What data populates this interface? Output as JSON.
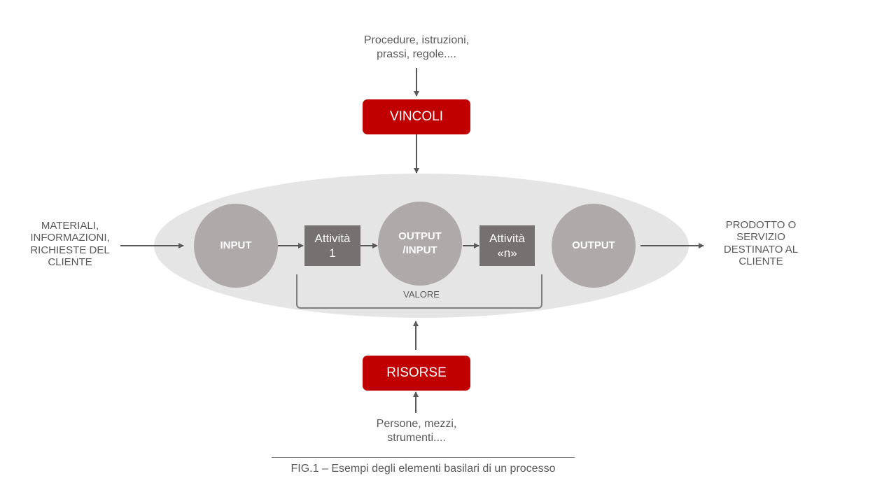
{
  "diagram": {
    "constraints_source": "Procedure, istruzioni,\nprassi, regole....",
    "constraints_label": "VINCOLI",
    "inputs_source": "MATERIALI,\nINFORMAZIONI,\nRICHIESTE DEL\nCLIENTE",
    "nodes": {
      "input": "INPUT",
      "activity_1": "Attività\n1",
      "output_input": "OUTPUT\n/INPUT",
      "activity_n": "Attività\n«n»",
      "output": "OUTPUT"
    },
    "value_label": "VALORE",
    "destination": "PRODOTTO O\nSERVIZIO\nDESTINATO AL\nCLIENTE",
    "resources_label": "RISORSE",
    "resources_source": "Persone, mezzi,\nstrumenti....",
    "caption": "FIG.1 – Esempi degli elementi basilari di un processo"
  },
  "colors": {
    "accent_red": "#c00000",
    "circle_gray": "#aeaaaa",
    "activity_gray": "#767171",
    "ellipse_gray": "#e6e5e5",
    "text_gray": "#595959"
  }
}
